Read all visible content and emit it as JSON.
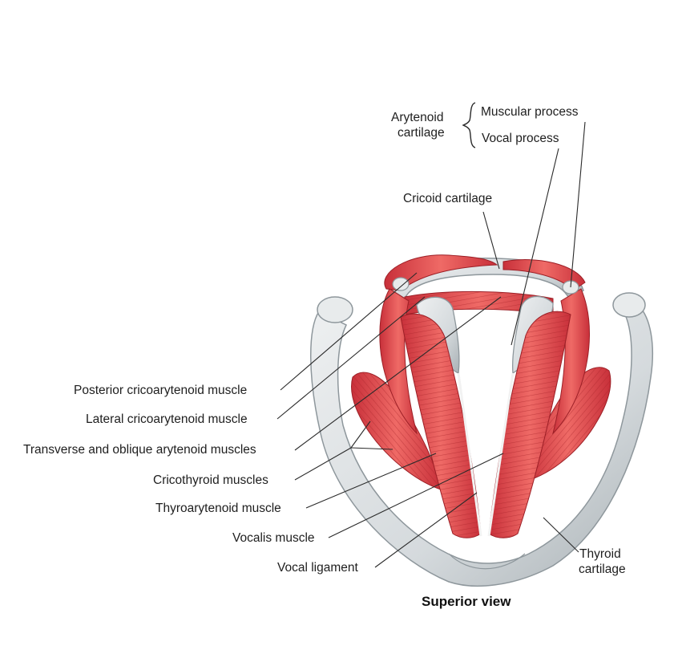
{
  "labels": {
    "arytenoid": "Arytenoid",
    "arytenoid_2": "cartilage",
    "muscular_process": "Muscular process",
    "vocal_process": "Vocal process",
    "cricoid": "Cricoid cartilage",
    "posterior_crico": "Posterior cricoarytenoid muscle",
    "lateral_crico": "Lateral cricoarytenoid muscle",
    "transverse_oblique": "Transverse and oblique arytenoid muscles",
    "cricothyroid": "Cricothyroid muscles",
    "thyroarytenoid": "Thyroarytenoid muscle",
    "vocalis": "Vocalis muscle",
    "vocal_ligament": "Vocal ligament",
    "thyroid": "Thyroid",
    "thyroid_2": "cartilage"
  },
  "caption": "Superior view",
  "colors": {
    "muscle": "#e04b4b",
    "muscle_dark": "#b8282c",
    "cartilage": "#d9dde0",
    "cartilage_shade": "#9aa3a8",
    "leader": "#2a2a2a"
  }
}
